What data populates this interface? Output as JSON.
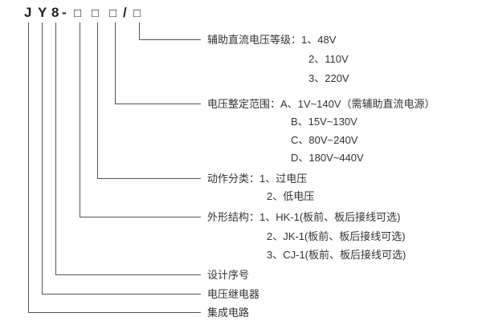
{
  "model": {
    "chars": [
      "J",
      "Y",
      "8",
      "-",
      "□",
      "□",
      "□",
      "/",
      "□"
    ]
  },
  "line_color": "#555555",
  "annotations": {
    "aux_dc_voltage": {
      "title": "辅助直流电压等级：1、48V",
      "items": [
        "2、110V",
        "3、220V"
      ]
    },
    "voltage_range": {
      "title": "电压整定范围：A、1V~140V（需辅助直流电源）",
      "items": [
        "B、15V~130V",
        "C、80V~240V",
        "D、180V~440V"
      ]
    },
    "action_class": {
      "title": "动作分类：1、过电压",
      "items": [
        "2、低电压"
      ]
    },
    "structure": {
      "title": "外形结构：1、HK-1(板前、板后接线可选)",
      "items": [
        "2、JK-1(板前、板后接线可选)",
        "3、CJ-1(板前、板后接线可选)"
      ]
    },
    "design_serial": {
      "title": "设计序号"
    },
    "relay_type": {
      "title": "电压继电器"
    },
    "circuit_type": {
      "title": "集成电路"
    }
  }
}
